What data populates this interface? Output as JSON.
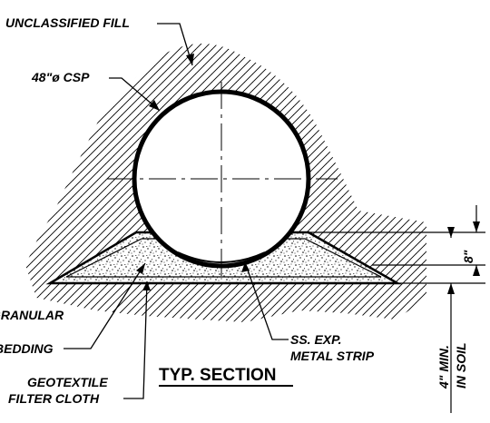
{
  "labels": {
    "unclassified_fill": "UNCLASSIFIED FILL",
    "pipe": "48\"ø CSP",
    "granular_bedding_line1": "GRANULAR",
    "granular_bedding_line2": "BEDDING",
    "geotextile_line1": "GEOTEXTILE",
    "geotextile_line2": "FILTER CLOTH",
    "metal_strip_line1": "SS. EXP.",
    "metal_strip_line2": "METAL STRIP",
    "section_title": "TYP. SECTION"
  },
  "dimensions": {
    "bedding_depth": "8\"",
    "min_embed_line1": "4\" MIN.",
    "min_embed_line2": "IN SOIL"
  }
}
